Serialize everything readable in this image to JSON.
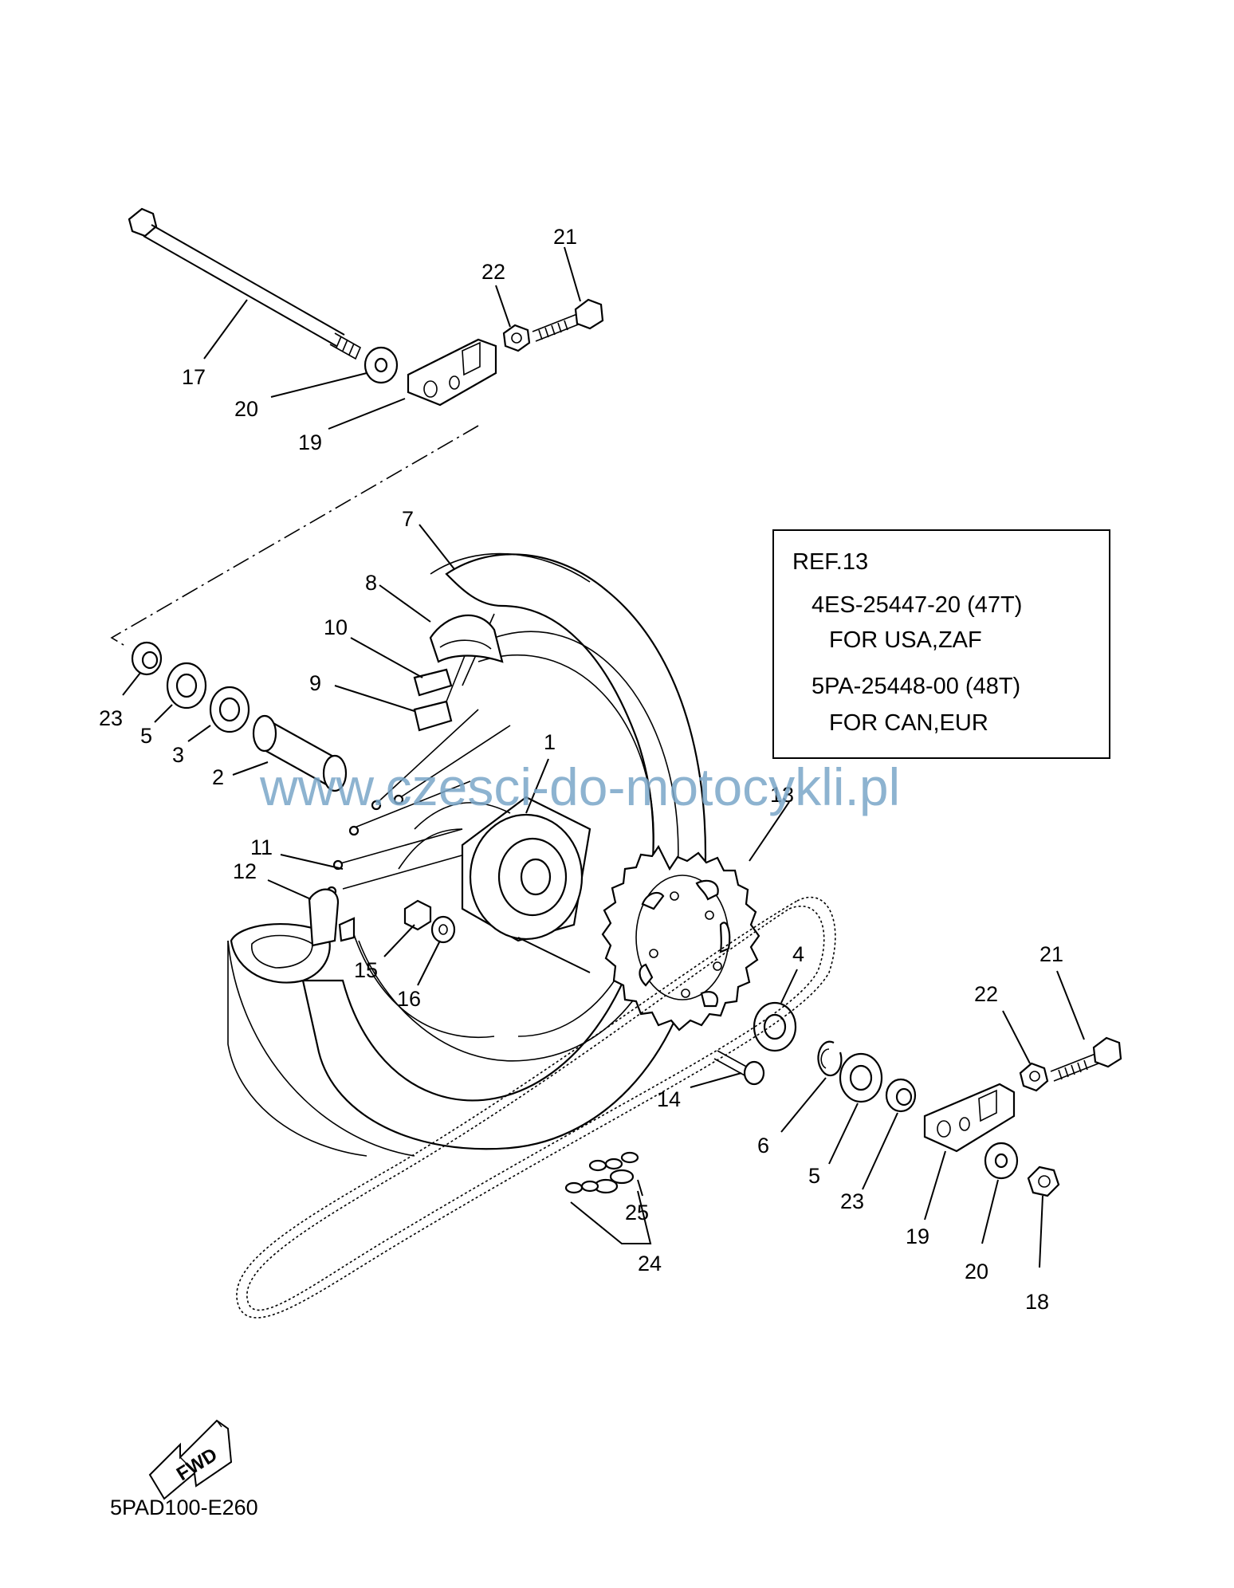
{
  "callouts": {
    "c1": "1",
    "c2": "2",
    "c3": "3",
    "c4": "4",
    "c5a": "5",
    "c5b": "5",
    "c6": "6",
    "c7": "7",
    "c8": "8",
    "c9": "9",
    "c10": "10",
    "c11": "11",
    "c12": "12",
    "c13": "13",
    "c14": "14",
    "c15": "15",
    "c16": "16",
    "c17": "17",
    "c18": "18",
    "c19a": "19",
    "c19b": "19",
    "c20a": "20",
    "c20b": "20",
    "c21a": "21",
    "c21b": "21",
    "c22a": "22",
    "c22b": "22",
    "c23a": "23",
    "c23b": "23",
    "c24": "24",
    "c25": "25"
  },
  "ref_box": {
    "title": "REF.13",
    "line1": "4ES-25447-20 (47T)",
    "line2": "FOR USA,ZAF",
    "line3": "5PA-25448-00 (48T)",
    "line4": "FOR CAN,EUR"
  },
  "watermark": "www.czesci-do-motocykli.pl",
  "fwd_label": "FWD",
  "diagram_code": "5PAD100-E260"
}
